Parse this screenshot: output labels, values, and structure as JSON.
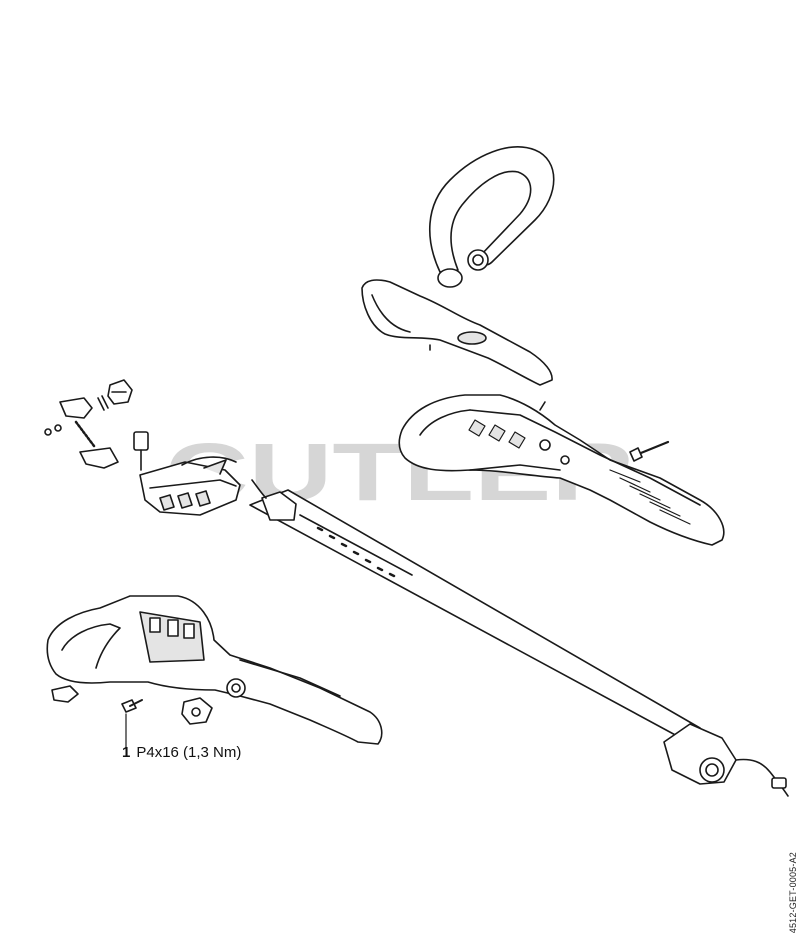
{
  "watermark": {
    "text": "CUTLER",
    "color": "#d6d6d6"
  },
  "colors": {
    "line": "#1a1a1a",
    "fill": "#ffffff",
    "shade": "#e4e4e4"
  },
  "callouts": [
    {
      "number": "1",
      "text": "P4x16 (1,3 Nm)"
    }
  ],
  "document_id": "4512-GET-0005-A2"
}
